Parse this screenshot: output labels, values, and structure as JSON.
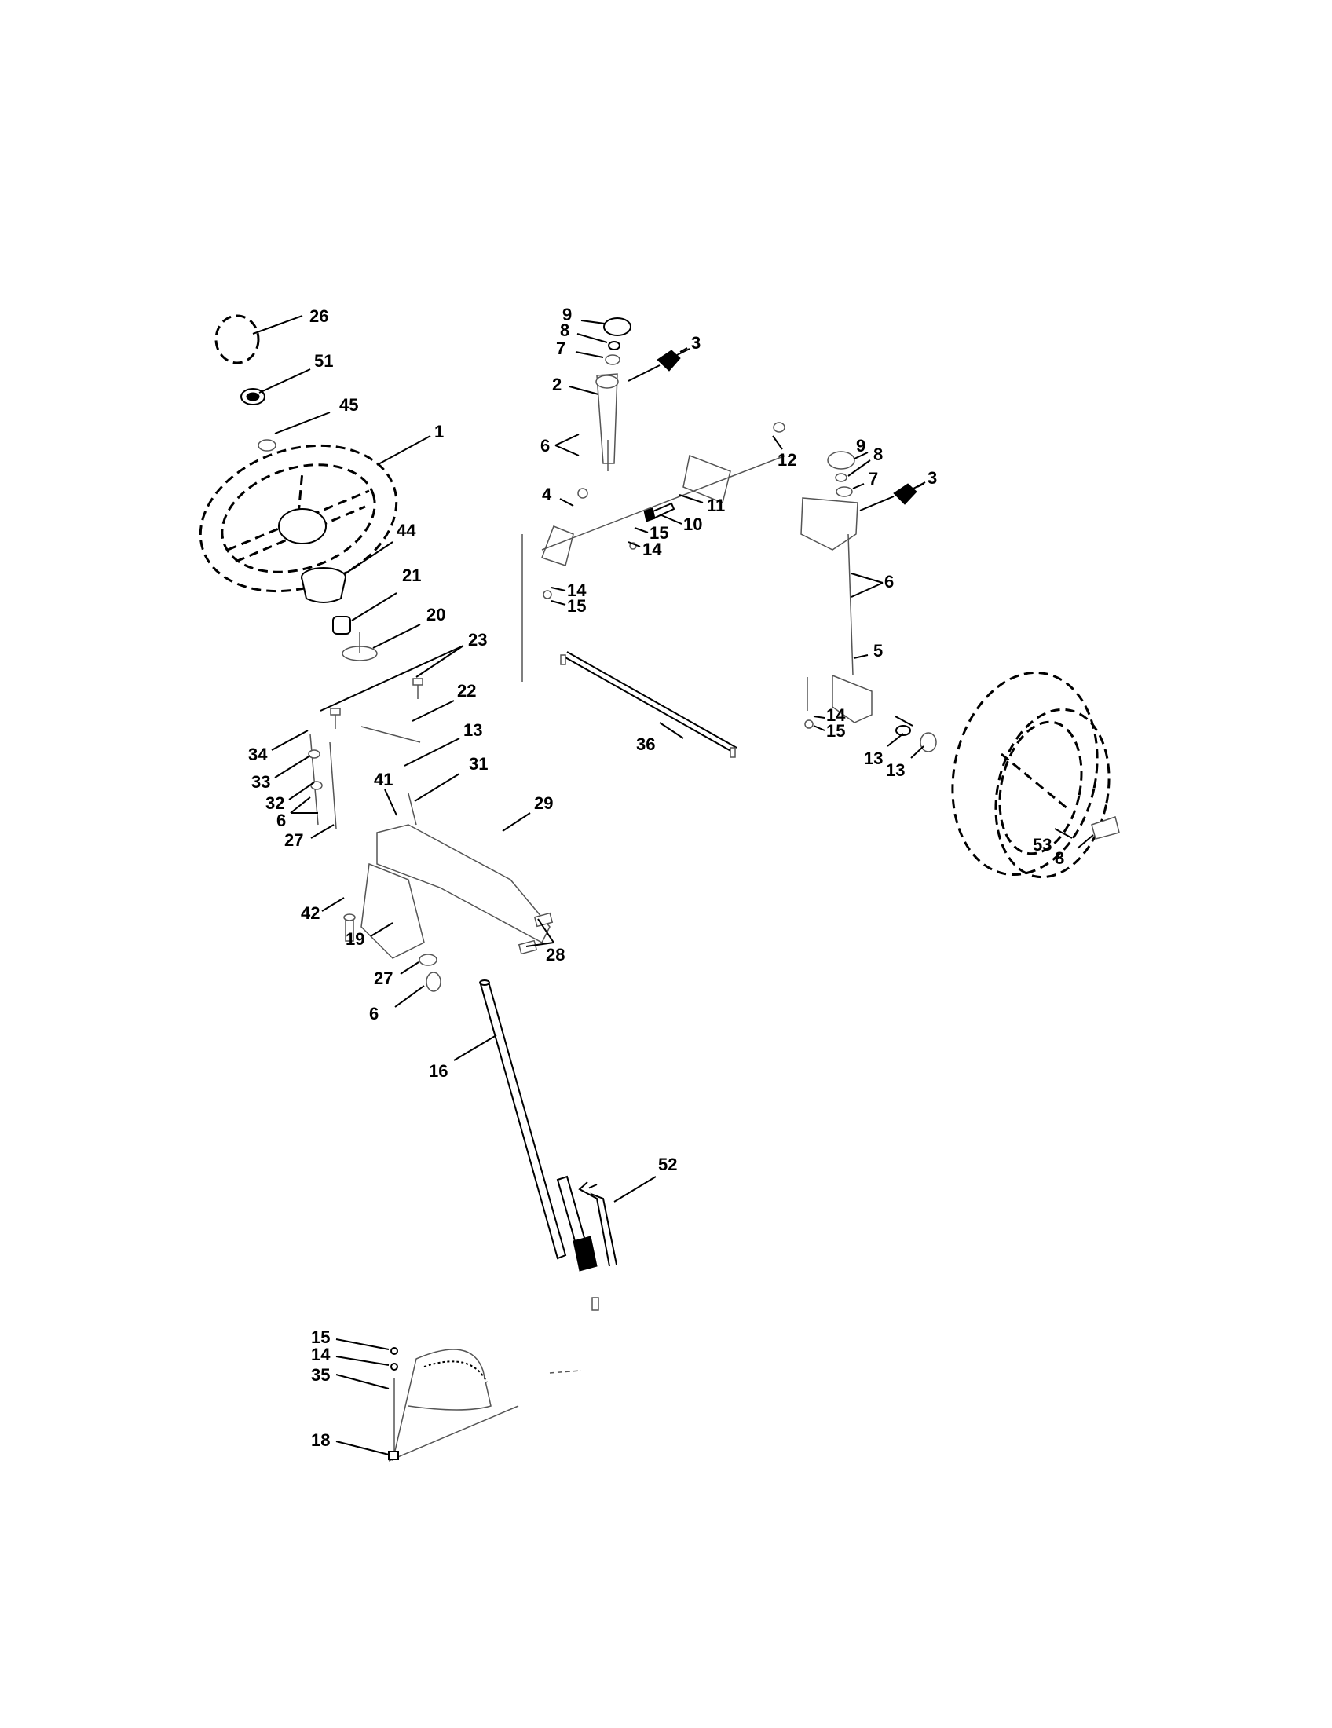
{
  "diagram": {
    "kind": "exploded parts diagram",
    "palette": {
      "ink": "#000000",
      "paper": "#ffffff",
      "faint": "#555555"
    },
    "callouts": [
      "26",
      "51",
      "45",
      "1",
      "44",
      "21",
      "20",
      "23",
      "22",
      "34",
      "13",
      "33",
      "32",
      "41",
      "31",
      "6",
      "27",
      "29",
      "42",
      "19",
      "28",
      "27",
      "6",
      "16",
      "52",
      "15",
      "14",
      "35",
      "18",
      "9",
      "8",
      "7",
      "3",
      "2",
      "6",
      "4",
      "11",
      "10",
      "15",
      "14",
      "14",
      "15",
      "36",
      "12",
      "9",
      "8",
      "7",
      "3",
      "6",
      "5",
      "14",
      "15",
      "13",
      "13",
      "53",
      "8"
    ]
  }
}
